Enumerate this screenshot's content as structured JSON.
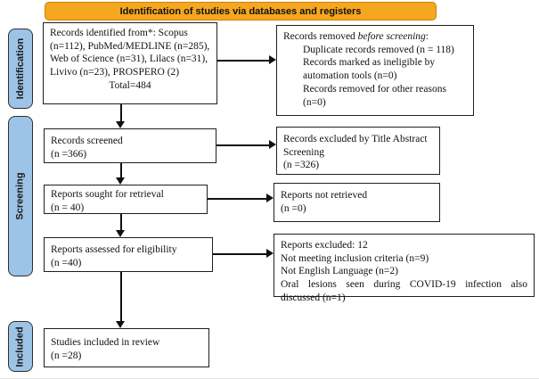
{
  "colors": {
    "banner_bg": "#F5A71F",
    "banner_border": "#C9830A",
    "sidebar_bg": "#9DC3E6",
    "sidebar_border": "#2F2F2F",
    "box_border": "#1F1F1F",
    "arrow": "#111111"
  },
  "banner": {
    "label": "Identification of studies via databases and registers"
  },
  "sidebar": {
    "items": [
      {
        "label": "Identification"
      },
      {
        "label": "Screening"
      },
      {
        "label": "Included"
      }
    ]
  },
  "flow": {
    "identified": {
      "text": "Records identified from*: Scopus (n=112), PubMed/MEDLINE (n=285), Web of Science (n=31), Lilacs (n=31), Livivo (n=23), PROSPERO (2)",
      "total": "Total=484"
    },
    "screened": {
      "text": "Records screened",
      "count": "(n =366)"
    },
    "sought": {
      "text": "Reports sought for retrieval",
      "count": "(n = 40)"
    },
    "assessed": {
      "text": "Reports assessed for eligibility",
      "count": "(n =40)"
    },
    "included": {
      "text": "Studies included in review",
      "count": "(n =28)"
    }
  },
  "exclusions": {
    "removed": {
      "intro_plain": "Records removed ",
      "intro_italic": "before screening",
      "intro_colon": ":",
      "items": [
        "Duplicate records removed (n = 118)",
        "Records marked as ineligible by automation tools (n=0)",
        "Records removed for other reasons (n=0)"
      ]
    },
    "title_abstract": {
      "text": "Records excluded by Title Abstract Screening",
      "count": "(n =326)"
    },
    "not_retrieved": {
      "text": "Reports not retrieved",
      "count": "(n =0)"
    },
    "reports_excluded": {
      "lines": [
        "Reports excluded: 12",
        "Not meeting inclusion criteria (n=9)",
        "Not English Language (n=2)",
        "Oral lesions seen during COVID-19 infection also discussed (n=1)"
      ]
    }
  }
}
